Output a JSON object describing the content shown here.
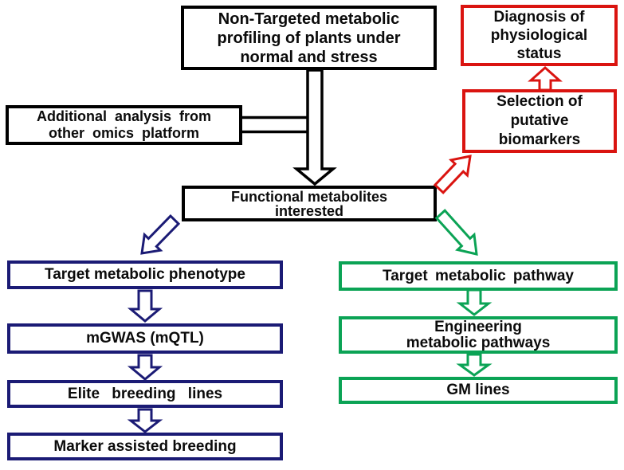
{
  "title": "Metabolomics-driven crop improvement flowchart",
  "colors": {
    "black": "#000000",
    "red": "#da1410",
    "navy": "#1b1b75",
    "green": "#0ba355"
  },
  "boxes": {
    "non_targeted": {
      "lines": [
        "Non-Targeted metabolic",
        "profiling of plants under",
        "normal and stress"
      ]
    },
    "diagnosis": {
      "lines": [
        "Diagnosis of",
        "physiological",
        "status"
      ]
    },
    "additional": {
      "lines": [
        "Additional analysis from",
        "other omics platform"
      ]
    },
    "selection": {
      "lines": [
        "Selection of",
        "putative",
        "biomarkers"
      ]
    },
    "functional": {
      "lines": [
        "Functional metabolites",
        "interested"
      ]
    },
    "target_phenotype": {
      "lines": [
        "Target metabolic phenotype"
      ]
    },
    "mgwas": {
      "lines": [
        "mGWAS (mQTL)"
      ]
    },
    "elite": {
      "lines": [
        "Elite breeding lines"
      ]
    },
    "marker": {
      "lines": [
        "Marker assisted breeding"
      ]
    },
    "target_pathway": {
      "lines": [
        "Target metabolic pathway"
      ]
    },
    "engineering": {
      "lines": [
        "Engineering",
        "metabolic pathways"
      ]
    },
    "gm": {
      "lines": [
        "GM lines"
      ]
    }
  }
}
